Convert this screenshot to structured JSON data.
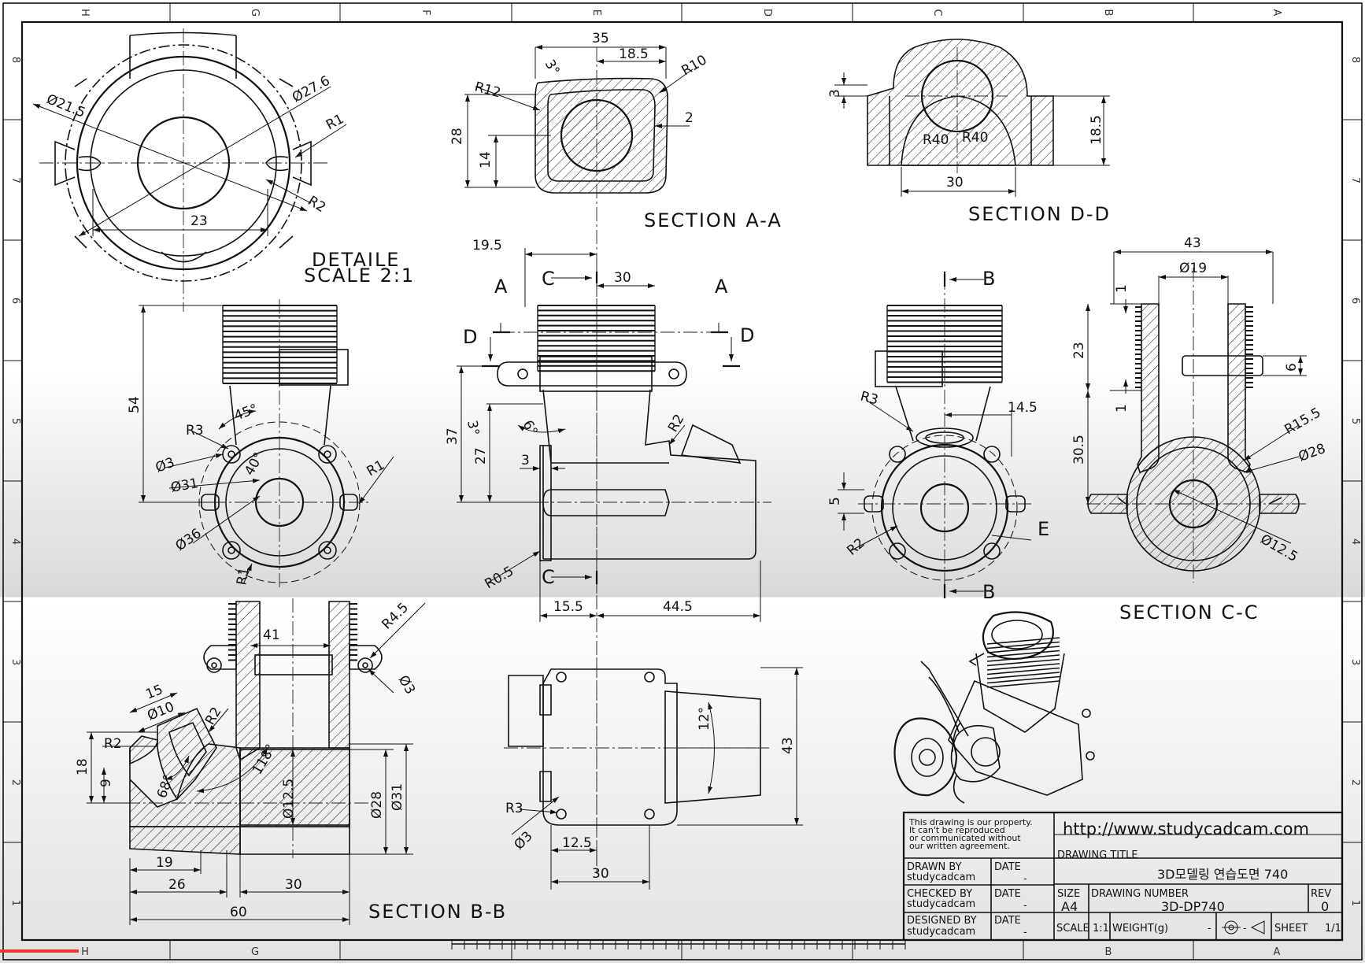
{
  "title_block": {
    "notice": [
      "This drawing is our property.",
      "It can't be reproduced",
      "or communicated without",
      "our written agreement."
    ],
    "url": "http://www.studycadcam.com",
    "drawing_title_label": "DRAWING TITLE",
    "drawing_title": "3D모델링 연습도면 740",
    "drawn_by_label": "DRAWN BY",
    "drawn_by": "studycadcam",
    "checked_by_label": "CHECKED BY",
    "checked_by": "studycadcam",
    "designed_by_label": "DESIGNED BY",
    "designed_by": "studycadcam",
    "date_label": "DATE",
    "date_value": "-",
    "size_label": "SIZE",
    "size": "A4",
    "drawing_number_label": "DRAWING NUMBER",
    "drawing_number": "3D-DP740",
    "rev_label": "REV",
    "rev": "0",
    "scale_label": "SCALE",
    "scale": "1:1",
    "weight_label": "WEIGHT(g)",
    "weight": "-",
    "sheet_label": "SHEET",
    "sheet": "1/1"
  },
  "zones": {
    "columns": [
      "H",
      "G",
      "F",
      "E",
      "D",
      "C",
      "B",
      "A"
    ],
    "rows": [
      "8",
      "7",
      "6",
      "5",
      "4",
      "3",
      "2",
      "1"
    ]
  },
  "section_titles": {
    "aa": "SECTION A-A",
    "dd": "SECTION D-D",
    "cc": "SECTION C-C",
    "bb": "SECTION B-B",
    "detail_line1": "DETAILE",
    "detail_line2": "SCALE 2:1"
  },
  "cut_labels": {
    "a": "A",
    "b": "B",
    "c": "C",
    "d": "D",
    "e": "E"
  },
  "dimensions": {
    "detail": {
      "d1": "Ø21.5",
      "d2": "Ø27.6",
      "r1": "R1",
      "r2": "R2",
      "w": "23"
    },
    "aa": {
      "w": "35",
      "half": "18.5",
      "ang": "3°",
      "r12": "R12",
      "r10": "R10",
      "h": "28",
      "h2": "14",
      "t": "2"
    },
    "dd": {
      "t": "3",
      "r1": "R40",
      "r2": "R40",
      "w": "30",
      "h": "18.5"
    },
    "side": {
      "h": "54",
      "ang": "45°",
      "r3": "R3",
      "d3": "Ø3",
      "d31": "Ø31",
      "ang40": "40°",
      "d36": "Ø36",
      "r1a": "R1",
      "r1b": "R1"
    },
    "front": {
      "off": "19.5",
      "w": "30",
      "h37": "37",
      "h27": "27",
      "ang3": "3°",
      "ang6": "6°",
      "t3": "3",
      "r2": "R2",
      "r05": "R0.5",
      "w1": "15.5",
      "w2": "44.5"
    },
    "right": {
      "r3": "R3",
      "w": "14.5",
      "h5": "5",
      "r2": "R2"
    },
    "cc": {
      "w": "43",
      "d19": "Ø19",
      "t1a": "1",
      "h23": "23",
      "t1b": "1",
      "h6": "6",
      "h305": "30.5",
      "r155": "R15.5",
      "d28": "Ø28",
      "d125": "Ø12.5"
    },
    "bb": {
      "w41": "41",
      "r45": "R4.5",
      "d3": "Ø3",
      "w15": "15",
      "d10": "Ø10",
      "r2a": "R2",
      "r2b": "R2",
      "h18": "18",
      "h9": "9",
      "ang68": "68°",
      "ang118": "118°",
      "d125": "Ø12.5",
      "d28": "Ø28",
      "d31": "Ø31",
      "w19": "19",
      "w26": "26",
      "w30": "30",
      "w60": "60"
    },
    "bottom": {
      "ang12": "12°",
      "h43": "43",
      "r3": "R3",
      "d3": "Ø3",
      "w125": "12.5",
      "w30": "30"
    }
  },
  "colors": {
    "line": "#111111",
    "background": "#ffffff",
    "gradient_end": "#dcdcdc"
  }
}
